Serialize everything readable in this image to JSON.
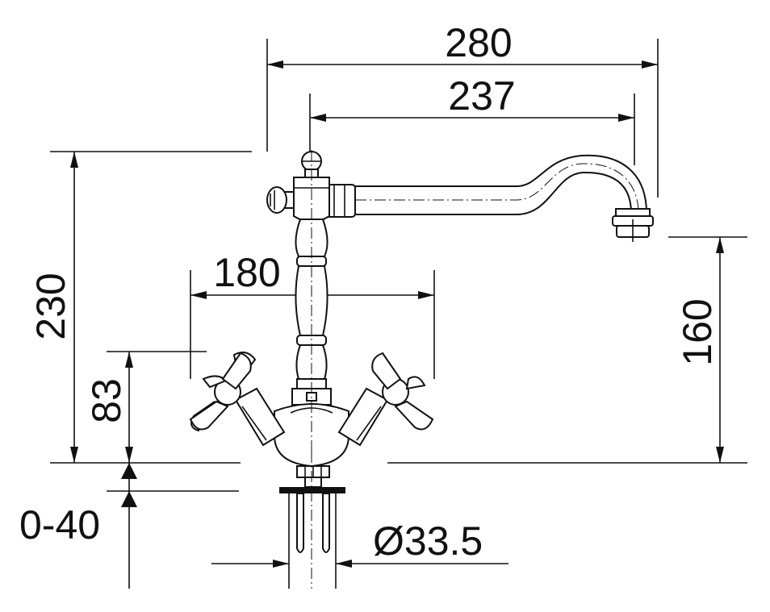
{
  "dimensions": {
    "overall_reach": "280",
    "spout_reach": "237",
    "total_height": "230",
    "spout_height": "160",
    "handle_span": "180",
    "body_height": "83",
    "counter_thickness": "0-40",
    "hole_diameter": "Ø33.5"
  },
  "colors": {
    "line": "#111111",
    "background": "#ffffff"
  }
}
